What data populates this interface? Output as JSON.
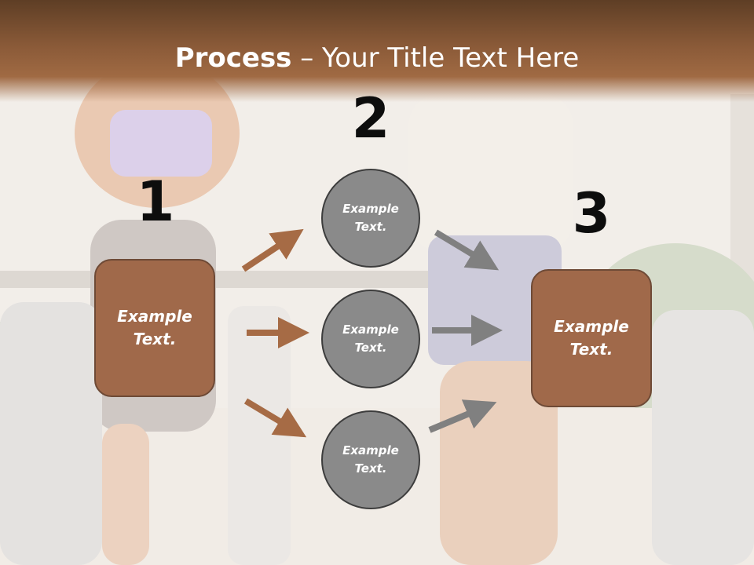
{
  "title": {
    "bold": "Process",
    "rest": " – Your Title Text Here"
  },
  "steps": [
    {
      "number": "1",
      "label": "Example\nText."
    },
    {
      "number": "2",
      "label": "Example\nText."
    },
    {
      "number": "3",
      "label": "Example\nText."
    }
  ],
  "middle_circles": [
    {
      "label": "Example\nText."
    },
    {
      "label": "Example\nText."
    },
    {
      "label": "Example\nText."
    }
  ],
  "colors": {
    "header": "#8a5a38",
    "box_fill": "#a0694a",
    "circle_fill": "#8a8a8a",
    "brown_arrow": "#a66b45",
    "gray_arrow": "#808080"
  }
}
